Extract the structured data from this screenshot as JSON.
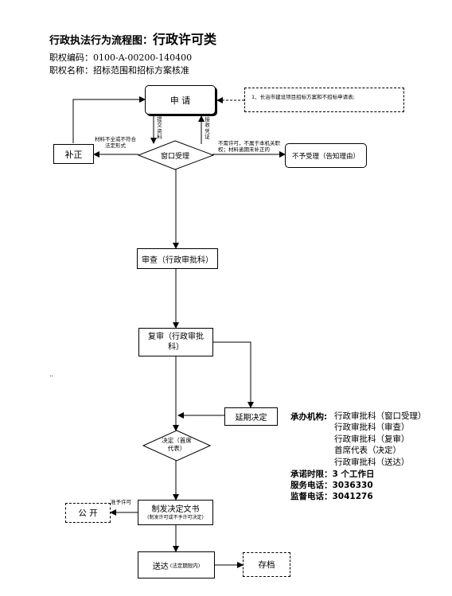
{
  "header": {
    "title_prefix": "行政执法行为流程图：",
    "title_main": "行政许可类",
    "code_line": "职权编码：0100-A-00200-140400",
    "name_line": "职权名称：招标范围和招标方案核准"
  },
  "nodes": {
    "apply": "申 请",
    "apply_note": "1、长治市建设项目招标方案和不招标申请表;",
    "window": "窗口受理",
    "supplement": "补正",
    "reject": "不予受理（告知理由）",
    "review": "审查（行政审批科）",
    "recheck": "复审（行政审批科）",
    "extend": "延期决定",
    "decision": "决定（首席代表）",
    "issue_title": "制发决定文书",
    "issue_sub": "(制发许可或不予许可决定)",
    "publish": "公 开",
    "deliver_main": "送达",
    "deliver_sub": "(法定期限内)",
    "archive": "存档"
  },
  "edges": {
    "submit": "提交资料",
    "receipt": "接收凭证",
    "incomplete": "材料不全或不符合法定形式",
    "not_permit": "不需许可，不属于本机关职权；材料逾期未补正的",
    "deny_permit": "准予许可"
  },
  "misc": {
    "dots": ".."
  },
  "info": {
    "org_label": "承办机构:",
    "org_items": [
      "行政审批科（窗口受理）",
      "行政审批科（审查）",
      "行政审批科（复审）",
      "首席代表（决定）",
      "行政审批科（送达）"
    ],
    "deadline": "承诺时限：3 个工作日",
    "service_phone": "服务电话：3036330",
    "supervise_phone": "监督电话：3041276"
  }
}
